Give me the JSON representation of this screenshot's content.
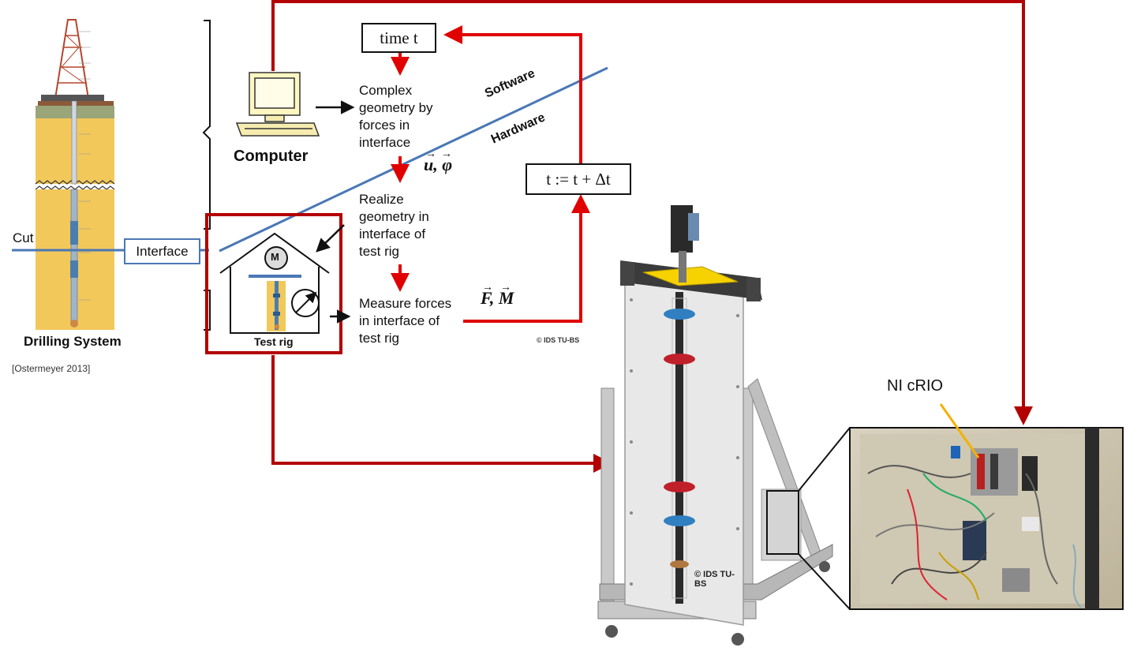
{
  "labels": {
    "time_box": "time t",
    "update_box": "t := t + Δt",
    "step1": [
      "Complex",
      "geometry by",
      "forces in",
      "interface"
    ],
    "step2": [
      "Realize",
      "geometry in",
      "interface of",
      "test rig"
    ],
    "step3": [
      "Measure forces",
      "in interface of",
      "test rig"
    ],
    "vec_u_phi": "u, φ",
    "vec_F_M": "F, M",
    "software": "Software",
    "hardware": "Hardware",
    "computer": "Computer",
    "cut": "Cut",
    "interface": "Interface",
    "test_rig": "Test rig",
    "motor": "M",
    "drilling_system": "Drilling System",
    "citation": "[Ostermeyer 2013]",
    "ni_crio": "NI cRIO",
    "logo_small": "© IDS TU-BS",
    "logo_large": "© IDS TU-BS"
  },
  "colors": {
    "red_arrow": "#e00000",
    "dark_red": "#b30000",
    "blue_line": "#4a78b5",
    "sand": "#f2c85a",
    "yellow_beam": "#f5d200"
  }
}
